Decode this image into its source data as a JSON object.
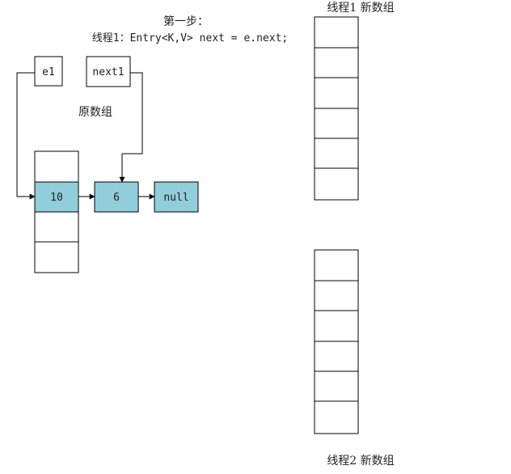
{
  "caption": {
    "step": "第一步：",
    "code": "线程1：Entry<K,V> next = e.next;"
  },
  "pointers": {
    "e1": "e1",
    "next1": "next1"
  },
  "original_array": {
    "label": "原数组",
    "slot_count": 4,
    "occupied_slot_value": "10"
  },
  "chain": {
    "node_6": "6",
    "null_node": "null"
  },
  "thread1_array": {
    "label": "线程1  新数组",
    "slot_count": 6
  },
  "thread2_array": {
    "label": "线程2  新数组",
    "slot_count": 6
  },
  "colors": {
    "node_fill": "#92cddc",
    "stroke": "#000000",
    "text": "#222222"
  }
}
